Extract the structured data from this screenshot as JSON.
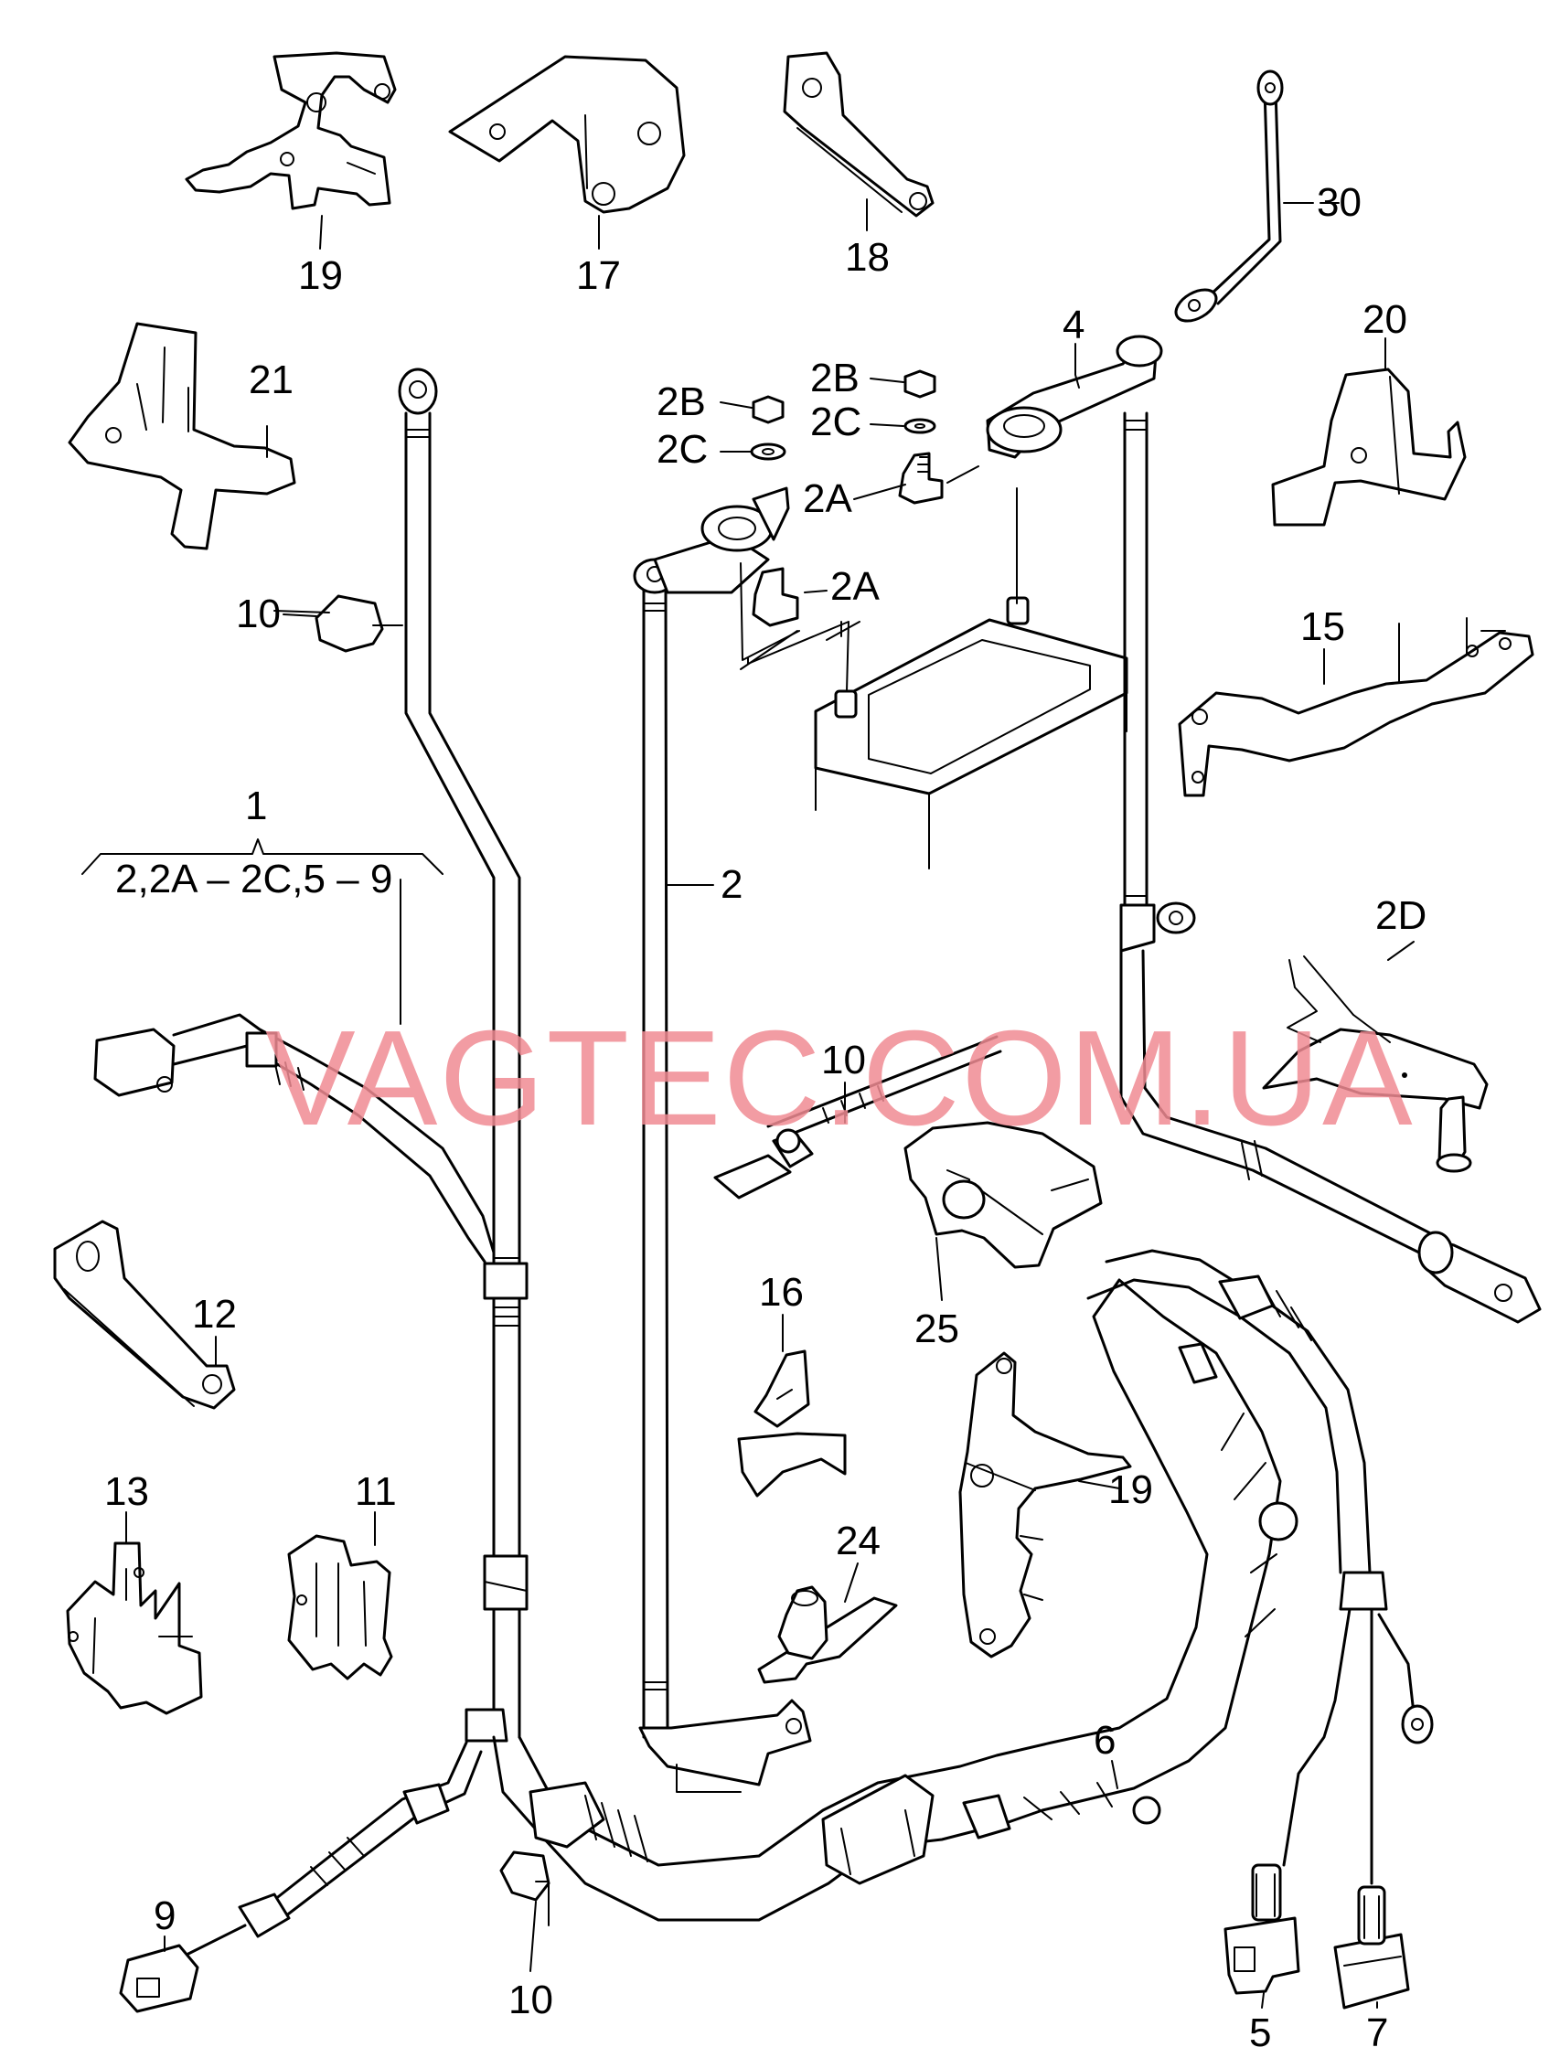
{
  "watermark": "VAGTEC.COM.UA",
  "labels": {
    "l19a": "19",
    "l17": "17",
    "l18": "18",
    "l30": "30",
    "l21": "21",
    "l4": "4",
    "l20": "20",
    "l2B_1": "2B",
    "l2C_1": "2C",
    "l2B_2": "2B",
    "l2C_2": "2C",
    "l2A_1": "2A",
    "l2A_2": "2A",
    "l10a": "10",
    "l15": "15",
    "l1": "1",
    "l1sub": "2,2A – 2C,5 – 9",
    "l2": "2",
    "l2D": "2D",
    "l10b": "10",
    "l12": "12",
    "l25": "25",
    "l16": "16",
    "l19b": "19",
    "l13": "13",
    "l11": "11",
    "l24": "24",
    "l6": "6",
    "l9": "9",
    "l10c": "10",
    "l5": "5",
    "l7": "7"
  }
}
